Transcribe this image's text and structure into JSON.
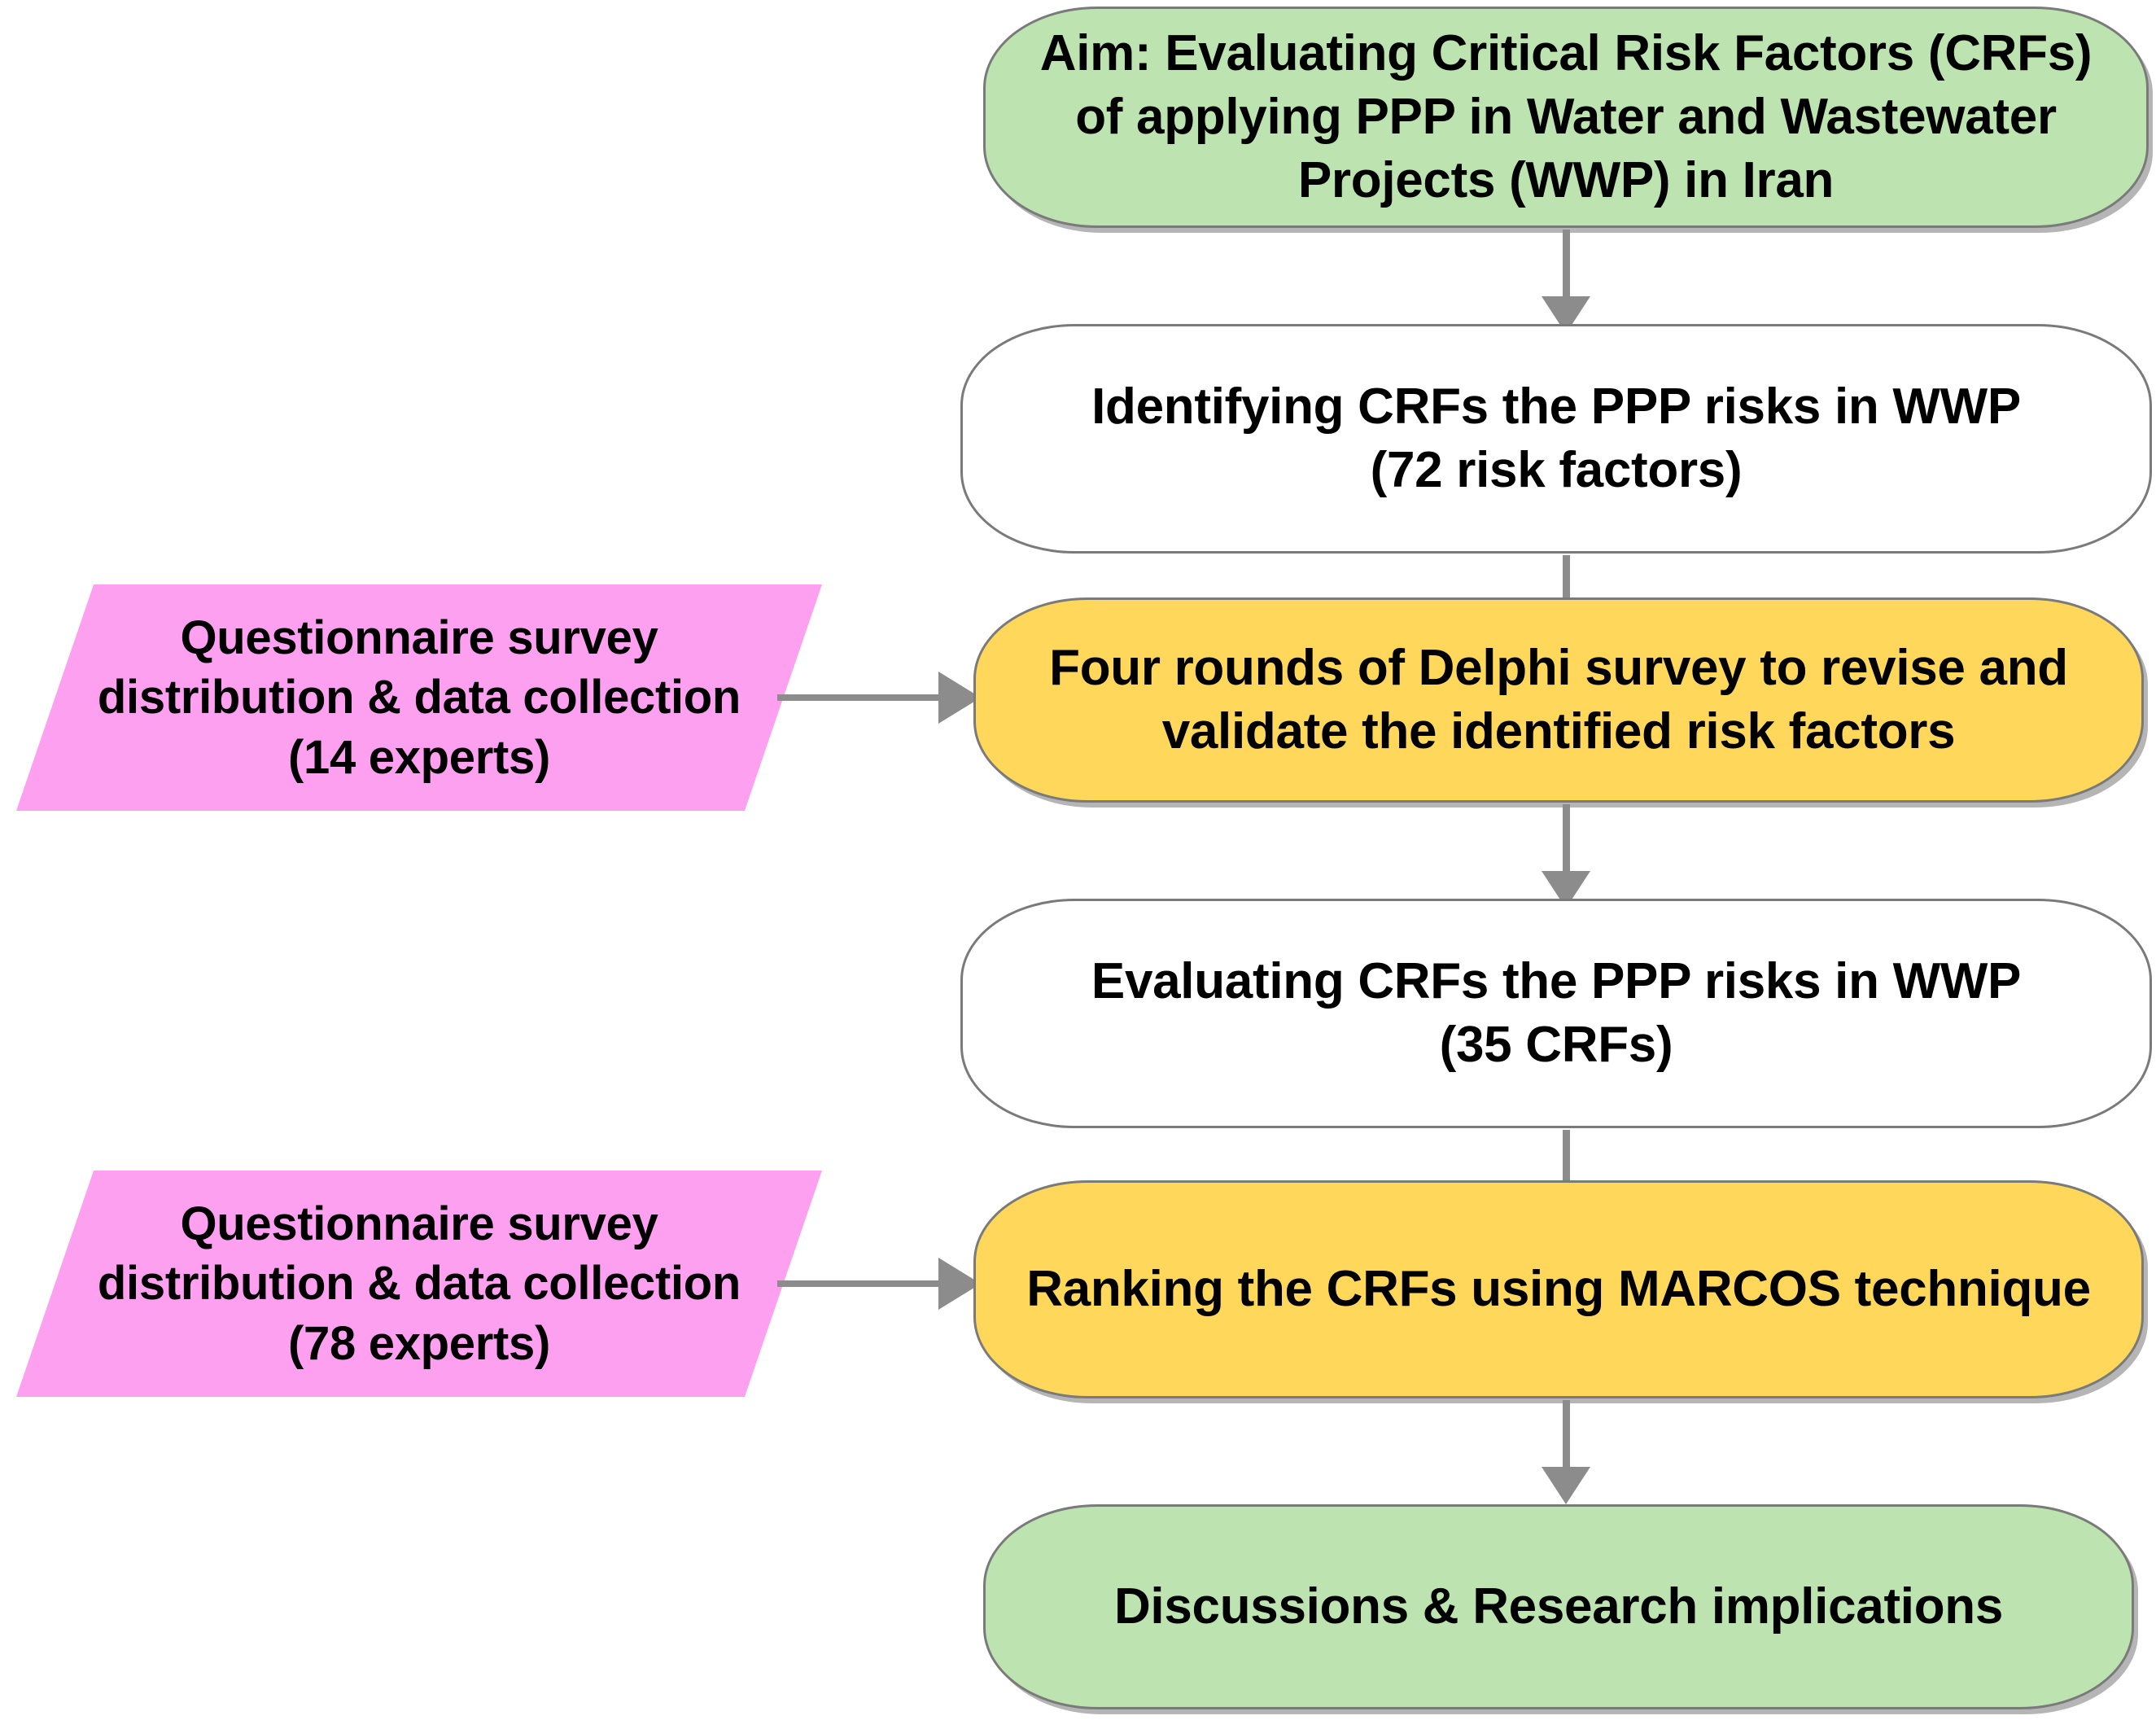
{
  "diagram": {
    "title": "Research framework flowchart",
    "colors": {
      "green_fill": "#bce3b0",
      "yellow_fill": "#ffd85b",
      "white_fill": "#ffffff",
      "pink_fill": "#fda0f0",
      "border": "#7a7a7a",
      "connector": "#8c8c8c",
      "text": "#000000"
    },
    "nodes": [
      {
        "id": "aim",
        "shape": "rounded-rectangle",
        "fill": "green",
        "text": "Aim: Evaluating Critical Risk Factors (CRFs)\nof applying PPP in Water and Wastewater\nProjects (WWP) in Iran"
      },
      {
        "id": "identify",
        "shape": "rounded-rectangle",
        "fill": "white",
        "text": "Identifying CRFs the PPP risks in WWP\n(72 risk factors)"
      },
      {
        "id": "delphi",
        "shape": "rounded-rectangle",
        "fill": "yellow",
        "text": "Four rounds of Delphi survey  to revise and\nvalidate the identified risk factors"
      },
      {
        "id": "evaluate",
        "shape": "rounded-rectangle",
        "fill": "white",
        "text": "Evaluating CRFs the PPP risks in WWP\n(35 CRFs)"
      },
      {
        "id": "ranking",
        "shape": "rounded-rectangle",
        "fill": "yellow",
        "text": "Ranking the CRFs using MARCOS technique"
      },
      {
        "id": "discussion",
        "shape": "rounded-rectangle",
        "fill": "green",
        "text": "Discussions & Research implications"
      },
      {
        "id": "survey14",
        "shape": "parallelogram",
        "fill": "pink",
        "text": "Questionnaire survey\ndistribution & data collection\n(14 experts)"
      },
      {
        "id": "survey78",
        "shape": "parallelogram",
        "fill": "pink",
        "text": "Questionnaire survey\ndistribution & data collection\n(78 experts)"
      }
    ],
    "connectors": [
      {
        "id": "aim-to-identify",
        "from": "aim",
        "to": "identify",
        "direction": "down"
      },
      {
        "id": "identify-to-delphi",
        "from": "identify",
        "to": "delphi",
        "direction": "down"
      },
      {
        "id": "delphi-to-evaluate",
        "from": "delphi",
        "to": "evaluate",
        "direction": "down"
      },
      {
        "id": "evaluate-to-ranking",
        "from": "evaluate",
        "to": "ranking",
        "direction": "down"
      },
      {
        "id": "ranking-to-discussion",
        "from": "ranking",
        "to": "discussion",
        "direction": "down"
      },
      {
        "id": "survey14-to-delphi",
        "from": "survey14",
        "to": "delphi",
        "direction": "right"
      },
      {
        "id": "survey78-to-ranking",
        "from": "survey78",
        "to": "ranking",
        "direction": "right"
      }
    ]
  }
}
